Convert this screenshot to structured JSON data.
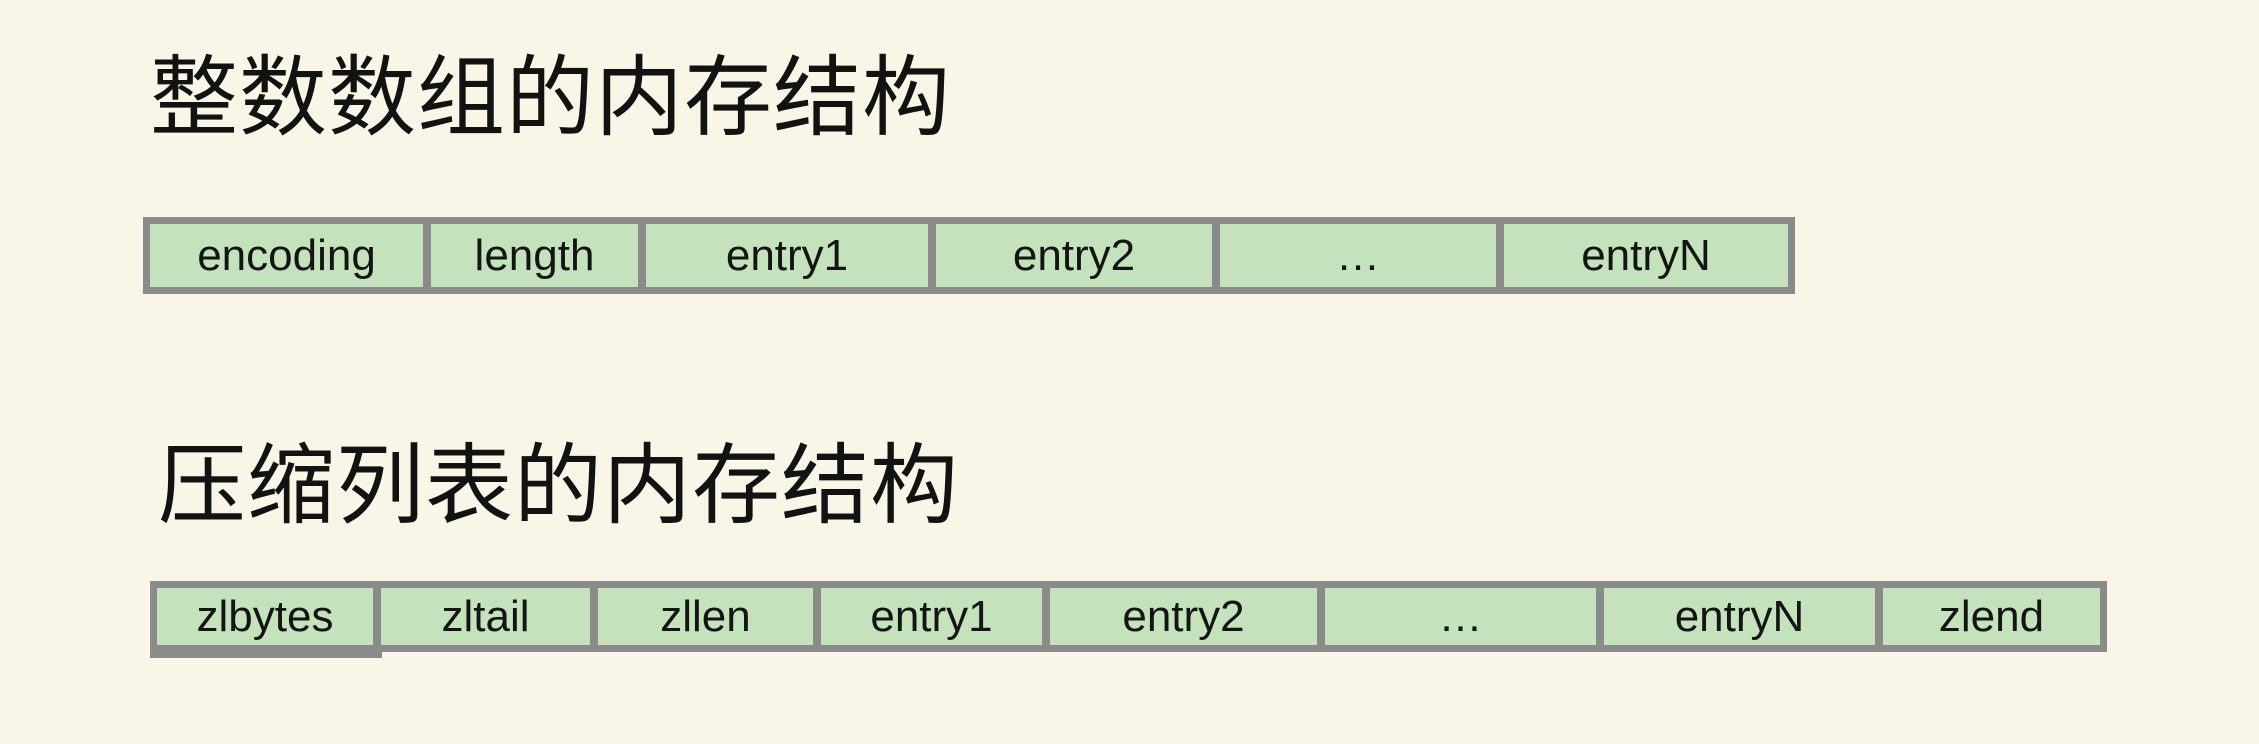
{
  "page": {
    "background_color": "#f9f6e8",
    "cell_fill_color": "#c4e3bd",
    "cell_border_color": "#8b8b8b",
    "text_color": "#141414"
  },
  "sections": [
    {
      "title": "整数数组的内存结构",
      "cells": [
        "encoding",
        "length",
        "entry1",
        "entry2",
        "…",
        "entryN"
      ]
    },
    {
      "title": "压缩列表的内存结构",
      "cells": [
        "zlbytes",
        "zltail",
        "zllen",
        "entry1",
        "entry2",
        "…",
        "entryN",
        "zlend"
      ]
    }
  ]
}
